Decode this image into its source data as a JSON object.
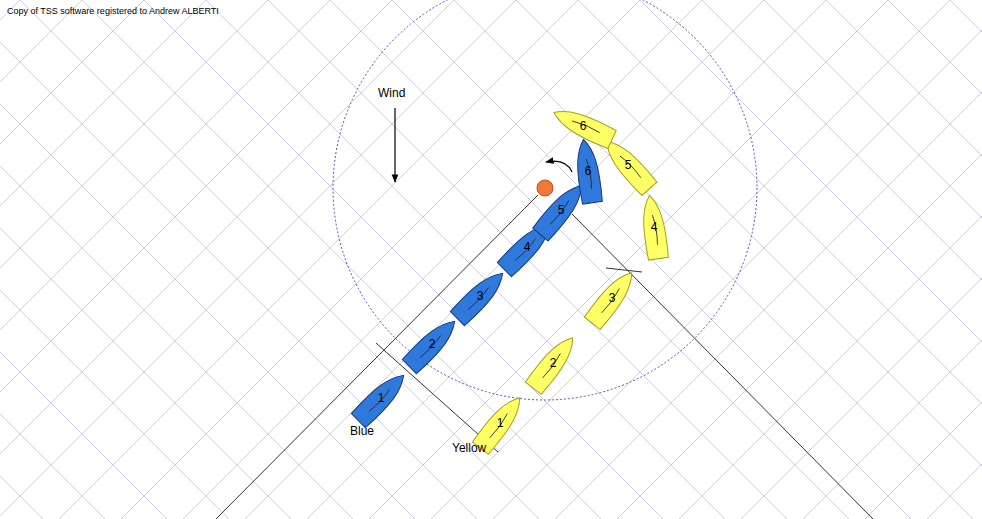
{
  "diagram": {
    "nodes": [
      {
        "text": [
          "1"
        ]
      },
      {
        "text": [
          "2"
        ]
      },
      {
        "text": [
          "3"
        ]
      },
      {
        "text": [
          "4"
        ]
      },
      {
        "text": [
          "5"
        ]
      },
      {
        "text": [
          "6"
        ]
      },
      {
        "text": [
          "1"
        ]
      },
      {
        "text": [
          "2"
        ]
      },
      {
        "text": [
          "3"
        ]
      },
      {
        "text": [
          "4"
        ]
      },
      {
        "text": [
          "5"
        ]
      },
      {
        "text": [
          "6"
        ]
      }
    ],
    "labels": [
      "Copy of TSS software registered to Andrew ALBERTI",
      "Wind",
      "Blue",
      "Yellow"
    ]
  }
}
